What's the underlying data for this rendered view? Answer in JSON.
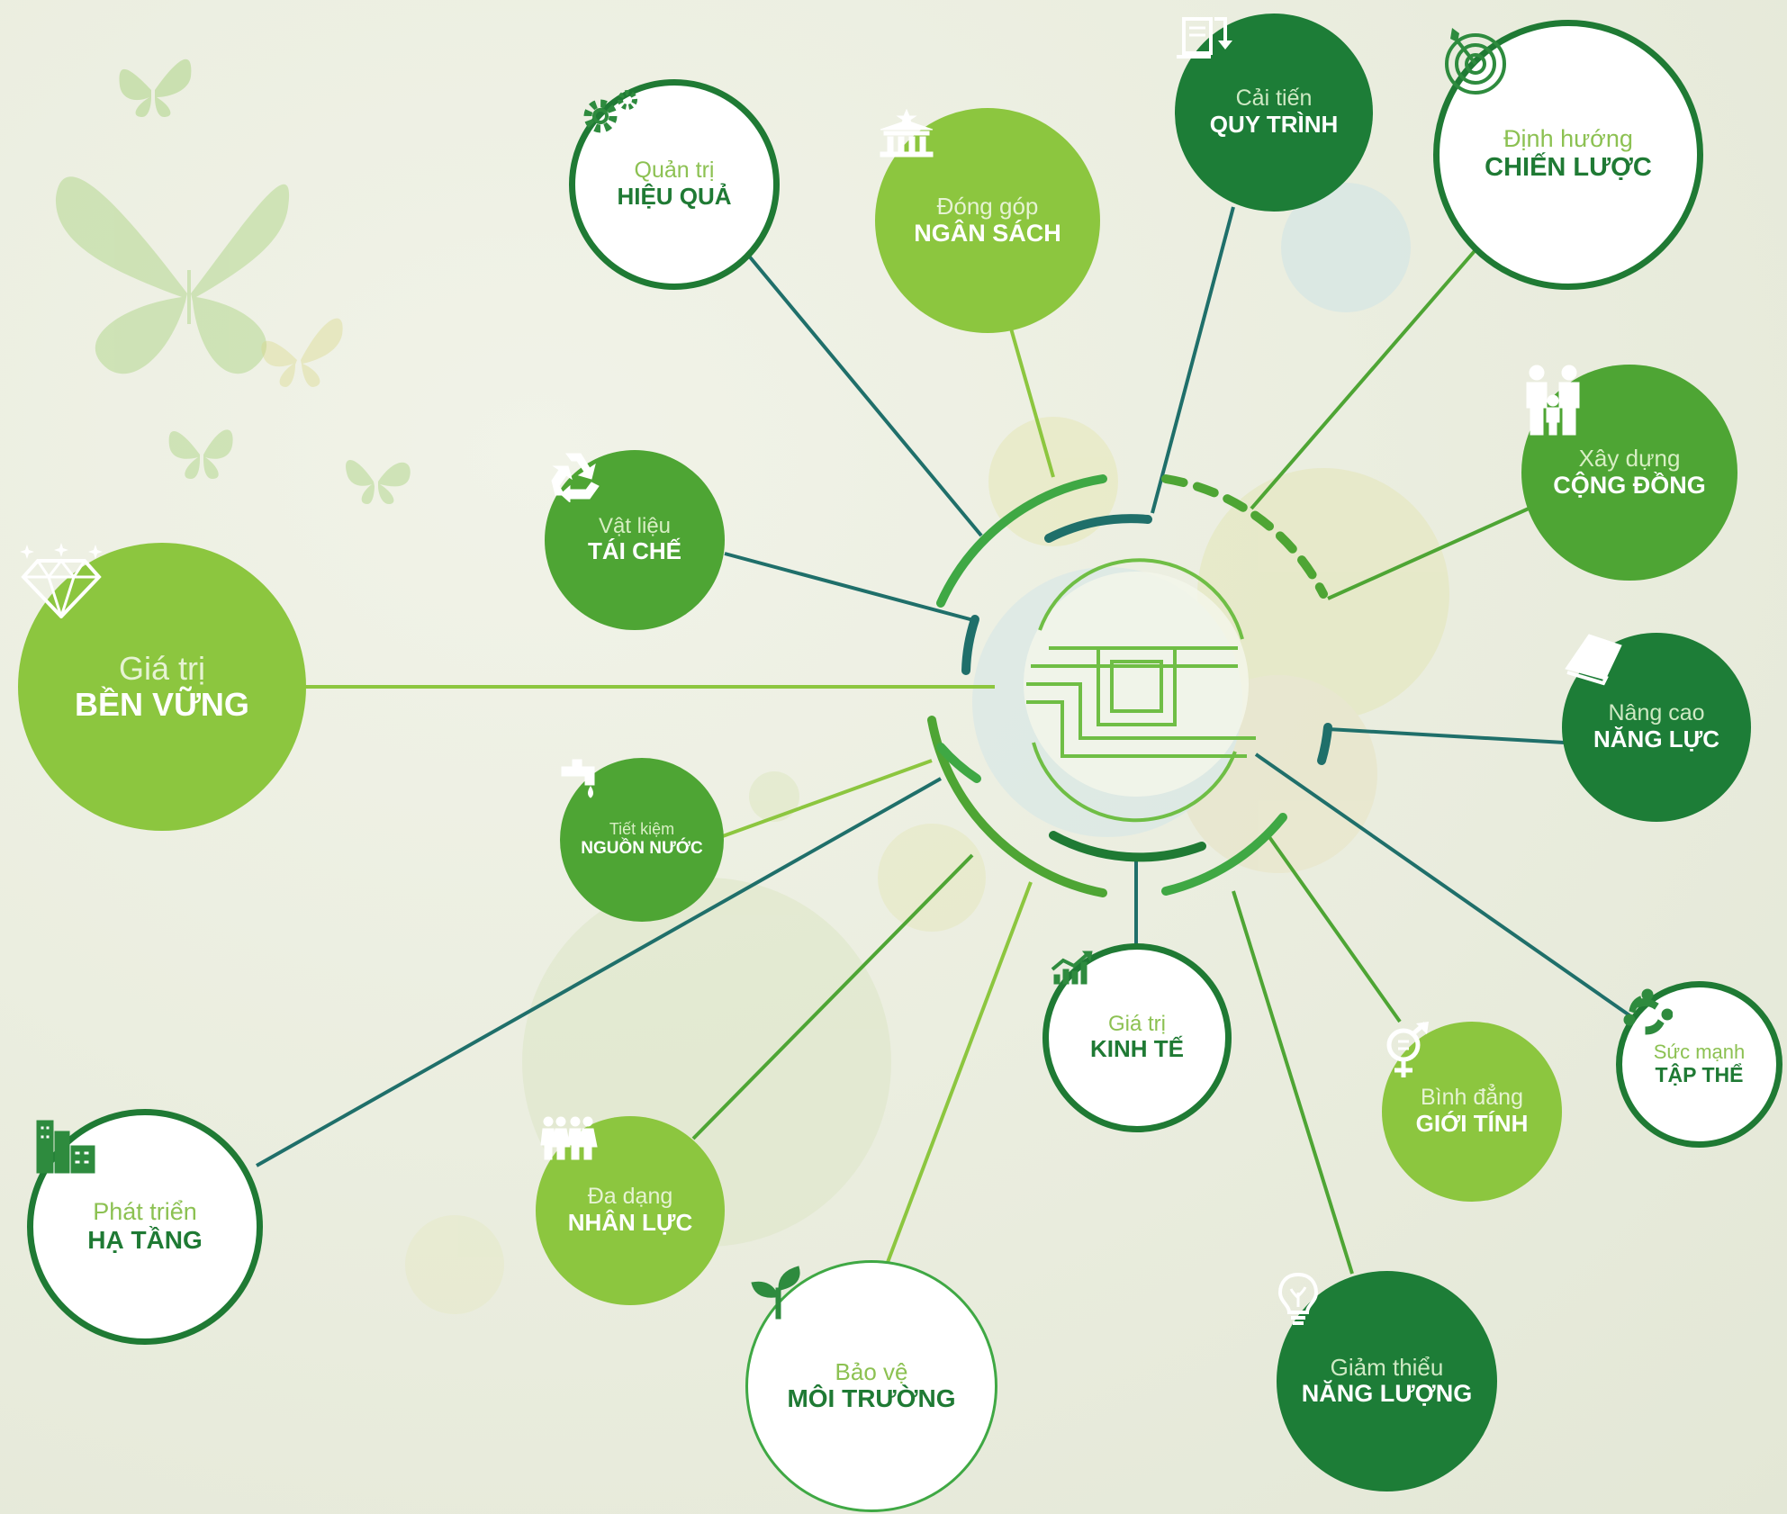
{
  "center_logo": "logo-icon",
  "nodes": {
    "quan_tri": {
      "line1": "Quản trị",
      "line2": "HIỆU QUẢ",
      "icon": "gears-icon"
    },
    "dong_gop": {
      "line1": "Đóng góp",
      "line2": "NGÂN SÁCH",
      "icon": "treasury-building-icon"
    },
    "cai_tien": {
      "line1": "Cải tiến",
      "line2": "QUY TRÌNH",
      "icon": "document-process-icon"
    },
    "dinh_huong": {
      "line1": "Định hướng",
      "line2": "CHIẾN LƯỢC",
      "icon": "target-icon"
    },
    "xay_dung": {
      "line1": "Xây dựng",
      "line2": "CỘNG ĐỒNG",
      "icon": "family-icon"
    },
    "vat_lieu": {
      "line1": "Vật liệu",
      "line2": "TÁI CHẾ",
      "icon": "recycle-icon"
    },
    "gia_tri_ben_vung": {
      "line1": "Giá trị",
      "line2": "BỀN VỮNG",
      "icon": "diamond-icon"
    },
    "nang_cao": {
      "line1": "Nâng cao",
      "line2": "NĂNG LỰC",
      "icon": "book-icon"
    },
    "tiet_kiem": {
      "line1": "Tiết kiệm",
      "line2": "NGUỒN NƯỚC",
      "icon": "faucet-icon"
    },
    "gia_tri_kinh_te": {
      "line1": "Giá trị",
      "line2": "KINH TẾ",
      "icon": "growth-chart-icon"
    },
    "suc_manh": {
      "line1": "Sức mạnh",
      "line2": "TẬP THỂ",
      "icon": "teamwork-icon"
    },
    "binh_dang": {
      "line1": "Bình đẳng",
      "line2": "GIỚI TÍNH",
      "icon": "gender-equality-icon"
    },
    "phat_trien": {
      "line1": "Phát triển",
      "line2": "HẠ TẦNG",
      "icon": "buildings-icon"
    },
    "da_dang": {
      "line1": "Đa dạng",
      "line2": "NHÂN LỰC",
      "icon": "people-group-icon"
    },
    "bao_ve": {
      "line1": "Bảo vệ",
      "line2": "MÔI TRƯỜNG",
      "icon": "sprout-icon"
    },
    "giam_thieu": {
      "line1": "Giảm thiểu",
      "line2": "NĂNG LƯỢNG",
      "icon": "lightbulb-icon"
    }
  },
  "colors": {
    "dark_green": "#1d7d37",
    "mid_green": "#4ea534",
    "light_green": "#8cc63f",
    "teal": "#1f6f6a",
    "background": "#eef0e4"
  }
}
